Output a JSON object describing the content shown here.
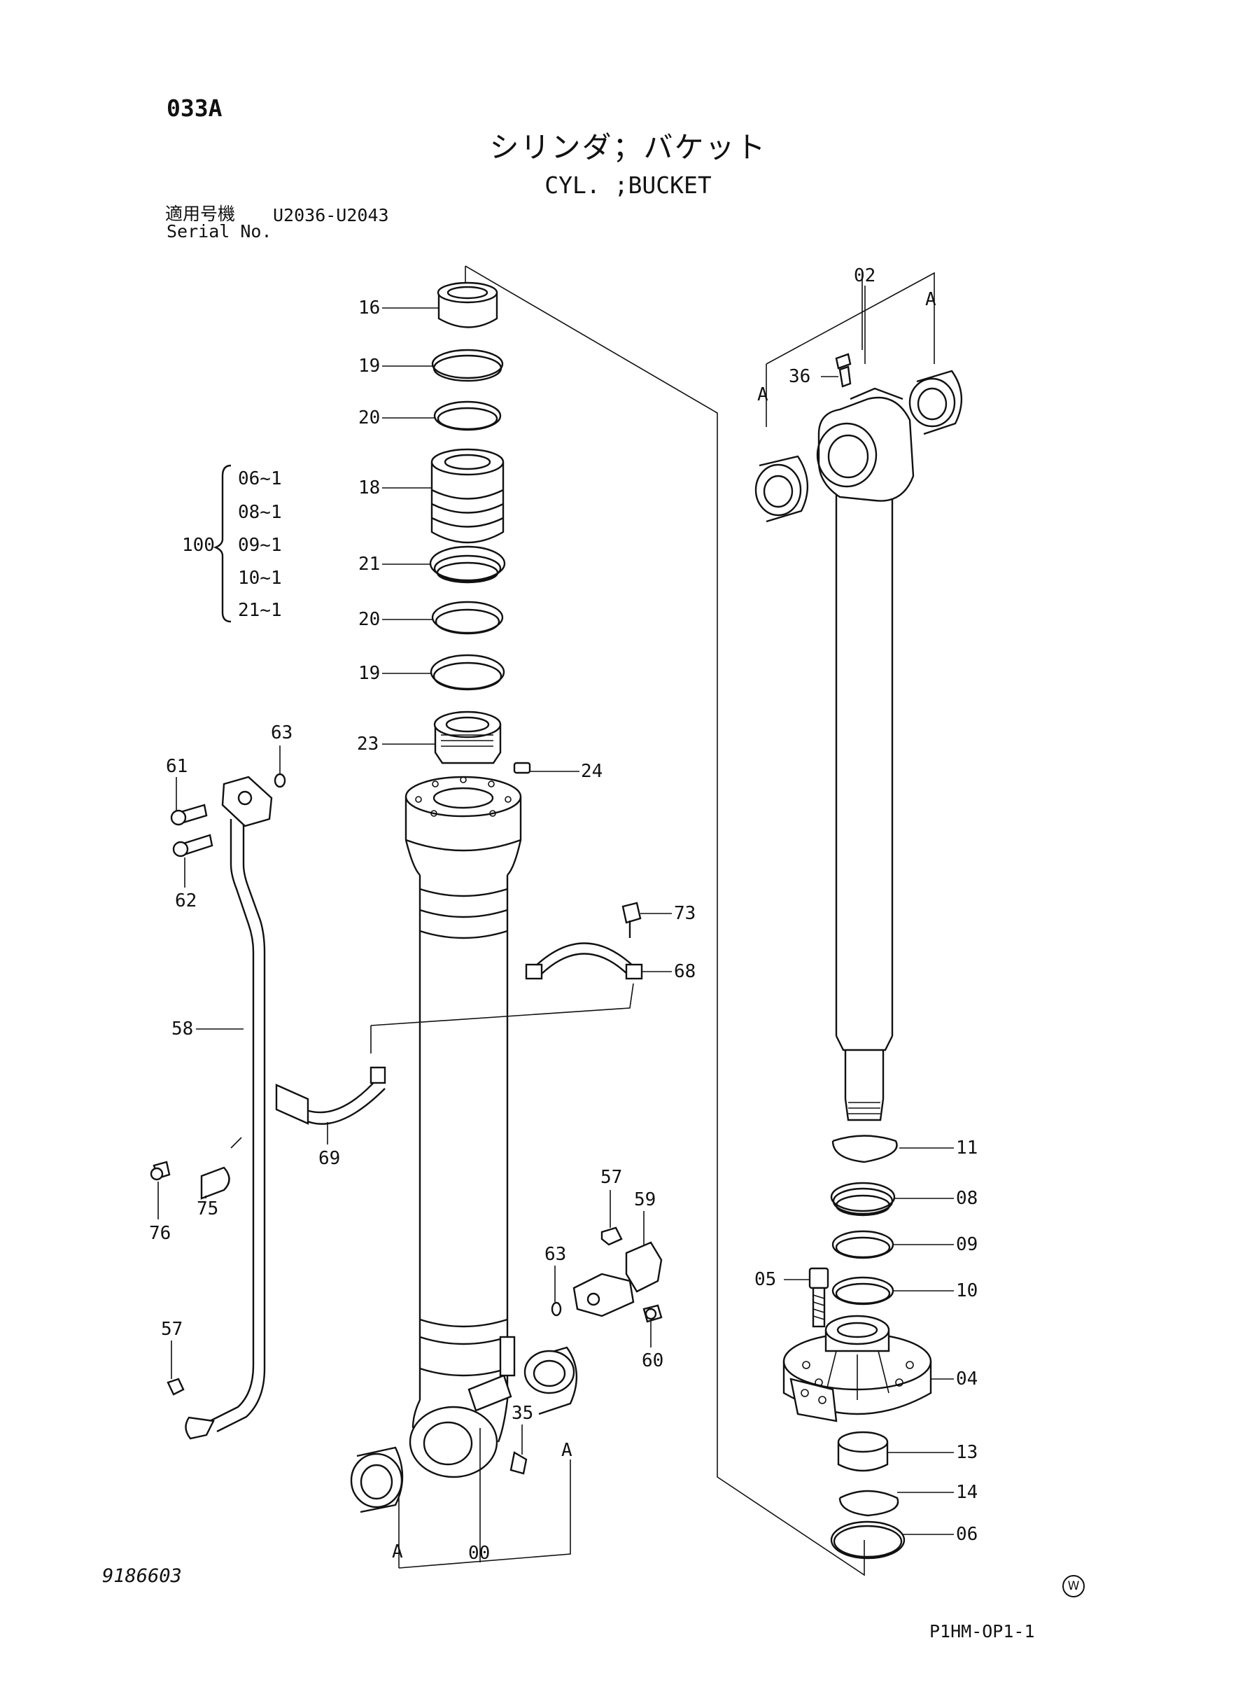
{
  "header": {
    "page_code": "033A",
    "title_jp": "シリンダ；バケット",
    "title_en": "CYL. ;BUCKET",
    "serial_label_jp": "適用号機",
    "serial_range": "U2036-U2043",
    "serial_label_en": "Serial No."
  },
  "kit": {
    "number": "100",
    "items": [
      "06~1",
      "08~1",
      "09~1",
      "10~1",
      "21~1"
    ]
  },
  "callouts": {
    "p16": "16",
    "p19a": "19",
    "p20a": "20",
    "p18": "18",
    "p21": "21",
    "p20b": "20",
    "p19b": "19",
    "p23": "23",
    "p24": "24",
    "p63a": "63",
    "p61": "61",
    "p62": "62",
    "p58": "58",
    "p73": "73",
    "p68": "68",
    "p69": "69",
    "p76": "76",
    "p75": "75",
    "p57a": "57",
    "p59": "59",
    "p63b": "63",
    "p60": "60",
    "p57b": "57",
    "p35": "35",
    "pA1": "A",
    "pA2": "A",
    "p00": "00",
    "p02": "02",
    "pA3": "A",
    "pA4": "A",
    "p36": "36",
    "p11": "11",
    "p08": "08",
    "p09": "09",
    "p05": "05",
    "p10": "10",
    "p04": "04",
    "p13": "13",
    "p14": "14",
    "p06": "06"
  },
  "footer": {
    "doc_number": "9186603",
    "sheet_code": "P1HM-OP1-1",
    "watermark": "W"
  }
}
